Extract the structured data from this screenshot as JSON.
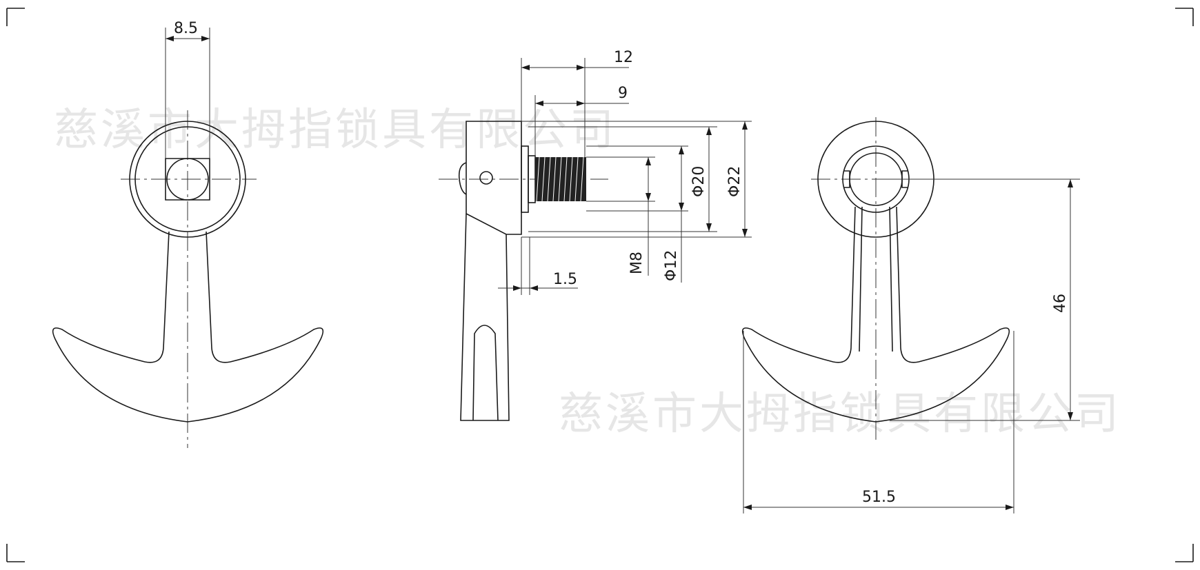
{
  "watermark": {
    "text": "慈溪市大拇指锁具有限公司",
    "color": "#e6e6e6"
  },
  "colors": {
    "line": "#1a1a1a",
    "thread_fill": "#222222",
    "background": "#ffffff"
  },
  "dimensions": {
    "front_width": "8.5",
    "side_total": "12",
    "side_thread": "9",
    "dia_outer": "Φ22",
    "dia_flange": "Φ20",
    "thread": "M8",
    "dia_boss": "Φ12",
    "flange_thickness": "1.5",
    "height": "46",
    "width": "51.5"
  }
}
